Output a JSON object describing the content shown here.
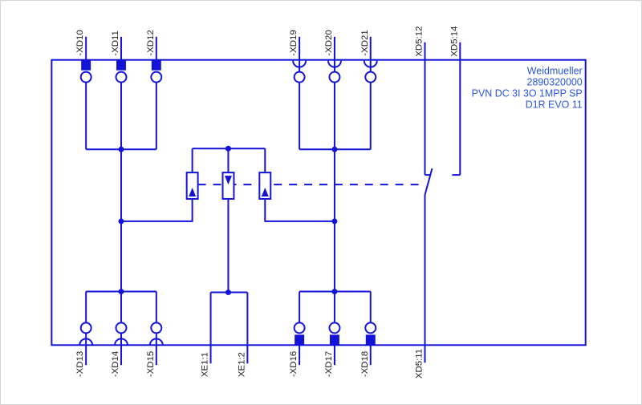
{
  "diagram": {
    "product": {
      "brand": "Weidmueller",
      "order_number": "2890320000",
      "type_designation": "PVN DC 3I 3O 1MPP SP",
      "series": "D1R EVO 11"
    },
    "terminals": {
      "top_left": [
        {
          "label": "-XD10"
        },
        {
          "label": "-XD11"
        },
        {
          "label": "-XD12"
        }
      ],
      "top_right": [
        {
          "label": "-XD19"
        },
        {
          "label": "-XD20"
        },
        {
          "label": "-XD21"
        }
      ],
      "aux_top": [
        {
          "label": "XD5:12"
        },
        {
          "label": "XD5:14"
        }
      ],
      "bottom_left": [
        {
          "label": "-XD13"
        },
        {
          "label": "-XD14"
        },
        {
          "label": "-XD15"
        }
      ],
      "earth": [
        {
          "label": "XE1:1"
        },
        {
          "label": "XE1:2"
        }
      ],
      "bottom_right": [
        {
          "label": "-XD16"
        },
        {
          "label": "-XD17"
        },
        {
          "label": "-XD18"
        }
      ],
      "aux_bottom": [
        {
          "label": "XD5:11"
        }
      ]
    },
    "colors": {
      "line_blue": "#1313d7",
      "info_text_blue": "#2b55e0",
      "label_color": "#1d1d1d",
      "background": "#ffffff"
    }
  }
}
